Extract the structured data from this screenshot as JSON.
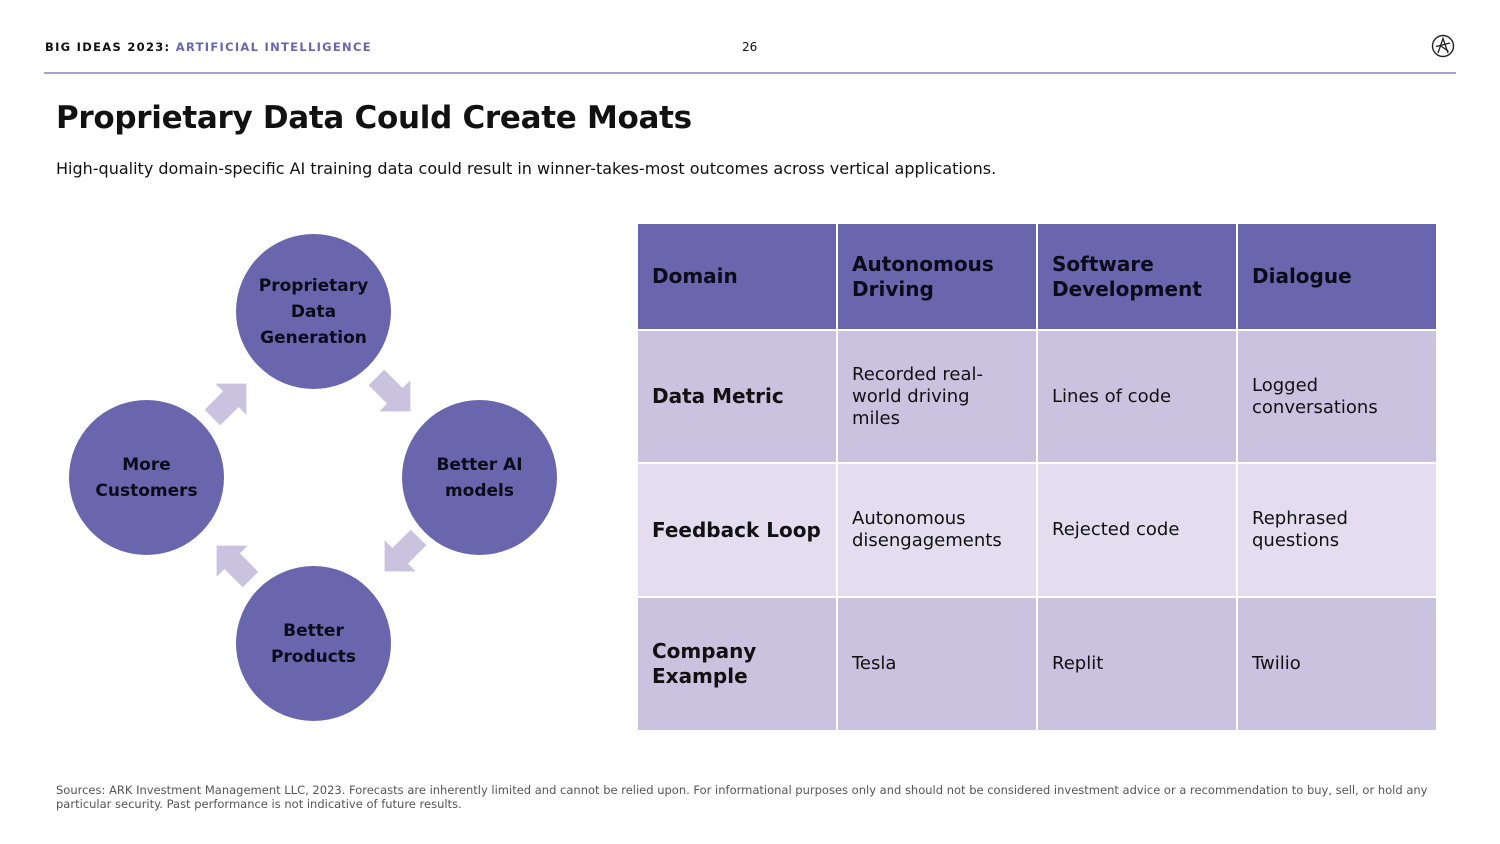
{
  "header": {
    "series_label": "BIG IDEAS 2023:",
    "topic_label": "ARTIFICIAL INTELLIGENCE",
    "page_number": "26",
    "logo_icon": "ark-logo-icon"
  },
  "title": "Proprietary Data Could Create Moats",
  "subtitle": "High-quality domain-specific AI training data could result in winner-takes-most outcomes across vertical applications.",
  "cycle": {
    "nodes": [
      {
        "label": "Proprietary\nData\nGeneration"
      },
      {
        "label": "Better AI\nmodels"
      },
      {
        "label": "Better\nProducts"
      },
      {
        "label": "More\nCustomers"
      }
    ],
    "circle_color": "#6a66ad",
    "arrow_color": "#cac3e0"
  },
  "table": {
    "header": [
      "Domain",
      "Autonomous\nDriving",
      "Software\nDevelopment",
      "Dialogue"
    ],
    "rows": [
      {
        "label": "Data Metric",
        "cells": [
          "Recorded real-\nworld driving miles",
          "Lines of code",
          "Logged\nconversations"
        ]
      },
      {
        "label": "Feedback Loop",
        "cells": [
          "Autonomous\ndisengagements",
          "Rejected code",
          "Rephrased\nquestions"
        ]
      },
      {
        "label": "Company\nExample",
        "cells": [
          "Tesla",
          "Replit",
          "Twilio"
        ]
      }
    ],
    "header_color": "#6a66ad",
    "row_color_dark": "#cac3e0",
    "row_color_light": "#e4ddf0"
  },
  "footnote": "Sources: ARK Investment Management LLC, 2023. Forecasts are inherently limited and cannot be relied upon. For informational purposes only and should not be considered investment advice or a recommendation to buy, sell, or hold any particular security. Past performance is not indicative of future results."
}
